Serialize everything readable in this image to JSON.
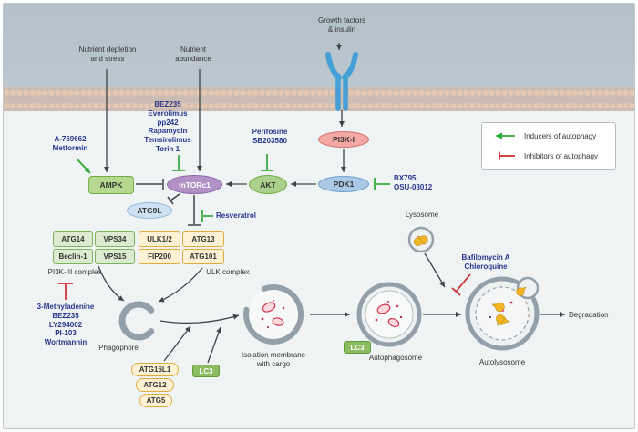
{
  "colors": {
    "inducer_green": "#2ea836",
    "inhibitor_red": "#cc2a2a",
    "drug_text": "#26348c"
  },
  "signals": {
    "growth_factors": "Growth factors\n& insulin",
    "nutrient_depletion": "Nutrient depletion\nand stress",
    "nutrient_abundance": "Nutrient\nabundance"
  },
  "proteins": {
    "pi3k1": "PI3K-I",
    "pdk1": "PDK1",
    "akt": "AKT",
    "mtorc1": "mTORc1",
    "ampk": "AMPK",
    "atg9l": "ATG9L"
  },
  "drugs": {
    "ampk_activators": "A-769662\nMetformin",
    "mtorc1_inhibitors": "BEZ235\nEverolimus\npp242\nRapamycin\nTemsirolimus\nTorin 1",
    "akt_inhibitors": "Perifosine\nSB203580",
    "pdk1_inhibitors": "BX795\nOSU-03012",
    "resveratrol": "Resveratrol",
    "pi3kIII_inhibitors": "3-Methyladenine\nBEZ235\nLY294002\nPI-103\nWortmannin",
    "fusion_inhibitors": "Bafilomycin A\nChloroquine"
  },
  "complexes": {
    "pi3kIII": {
      "label": "PI3K-III complex",
      "members": [
        "ATG14",
        "VPS34",
        "Beclin-1",
        "VPS15"
      ]
    },
    "ulk": {
      "label": "ULK complex",
      "members": [
        "ULK1/2",
        "ATG13",
        "FIP200",
        "ATG101"
      ]
    },
    "conjugation": [
      "ATG16L1",
      "ATG12",
      "ATG5"
    ],
    "lc3": "LC3"
  },
  "structures": {
    "phagophore": "Phagophore",
    "isolation_membrane": "Isolation membrane\nwith cargo",
    "autophagosome": "Autophagosome",
    "autolysosome": "Autolysosome",
    "lysosome": "Lysosome",
    "degradation": "Degradation"
  },
  "legend": {
    "inducers": "Inducers of autophagy",
    "inhibitors": "Inhibitors of autophagy"
  }
}
